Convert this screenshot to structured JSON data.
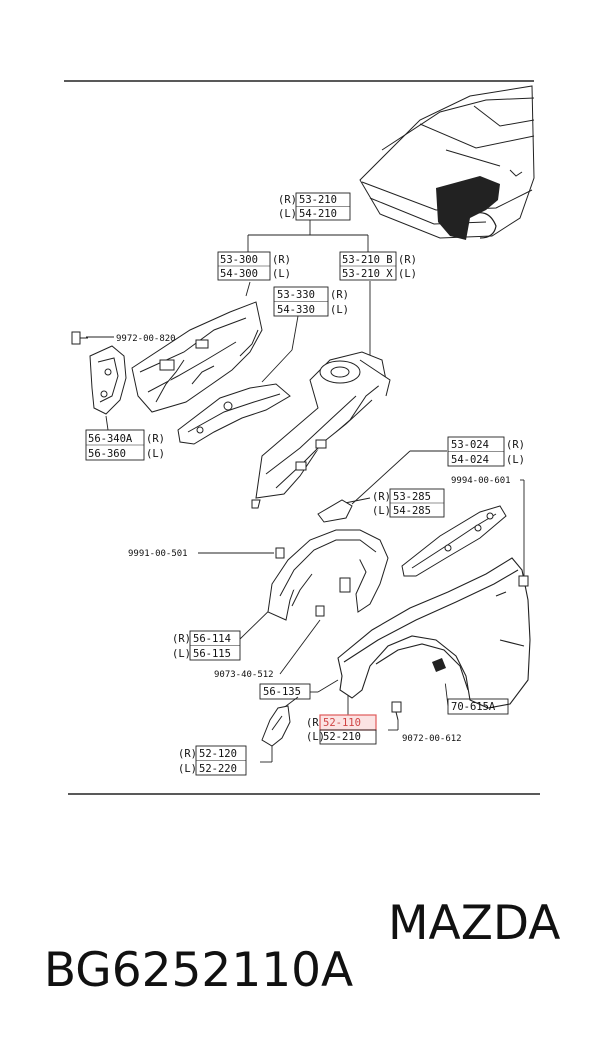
{
  "callouts": {
    "c53_210": {
      "side": [
        "(R)",
        "(L)"
      ],
      "parts": [
        "53-210",
        "54-210"
      ]
    },
    "c53_300": {
      "side": [
        "(R)",
        "(L)"
      ],
      "parts": [
        "53-300",
        "54-300"
      ]
    },
    "c53_210B": {
      "side": [
        "(R)",
        "(L)"
      ],
      "parts": [
        "53-210 B",
        "53-210 X"
      ]
    },
    "c53_330": {
      "side": [
        "(R)",
        "(L)"
      ],
      "parts": [
        "53-330",
        "54-330"
      ]
    },
    "c9972": {
      "parts": [
        "9972-00-820"
      ]
    },
    "c56_340": {
      "side": [
        "(R)",
        "(L)"
      ],
      "parts": [
        "56-340A",
        "56-360"
      ]
    },
    "c53_024": {
      "side": [
        "(R)",
        "(L)"
      ],
      "parts": [
        "53-024",
        "54-024"
      ]
    },
    "c9994": {
      "parts": [
        "9994-00-601"
      ]
    },
    "c53_285": {
      "side": [
        "(R)",
        "(L)"
      ],
      "parts": [
        "53-285",
        "54-285"
      ]
    },
    "c9991": {
      "parts": [
        "9991-00-501"
      ]
    },
    "c56_114": {
      "side": [
        "(R)",
        "(L)"
      ],
      "parts": [
        "56-114",
        "56-115"
      ]
    },
    "c9073": {
      "parts": [
        "9073-40-512"
      ]
    },
    "c56_135": {
      "parts": [
        "56-135"
      ]
    },
    "c52_110": {
      "side": [
        "(R)",
        "(L)"
      ],
      "parts": [
        "52-110",
        "52-210"
      ]
    },
    "c9072": {
      "parts": [
        "9072-00-612"
      ]
    },
    "c70_615": {
      "parts": [
        "70-615A"
      ]
    },
    "c52_120": {
      "side": [
        "(R)",
        "(L)"
      ],
      "parts": [
        "52-120",
        "52-220"
      ]
    }
  },
  "highlight": {
    "part": "52-110",
    "color": "#e05a5a"
  },
  "footer": {
    "part_number": "BG6252110A",
    "brand": "MAZDA"
  }
}
